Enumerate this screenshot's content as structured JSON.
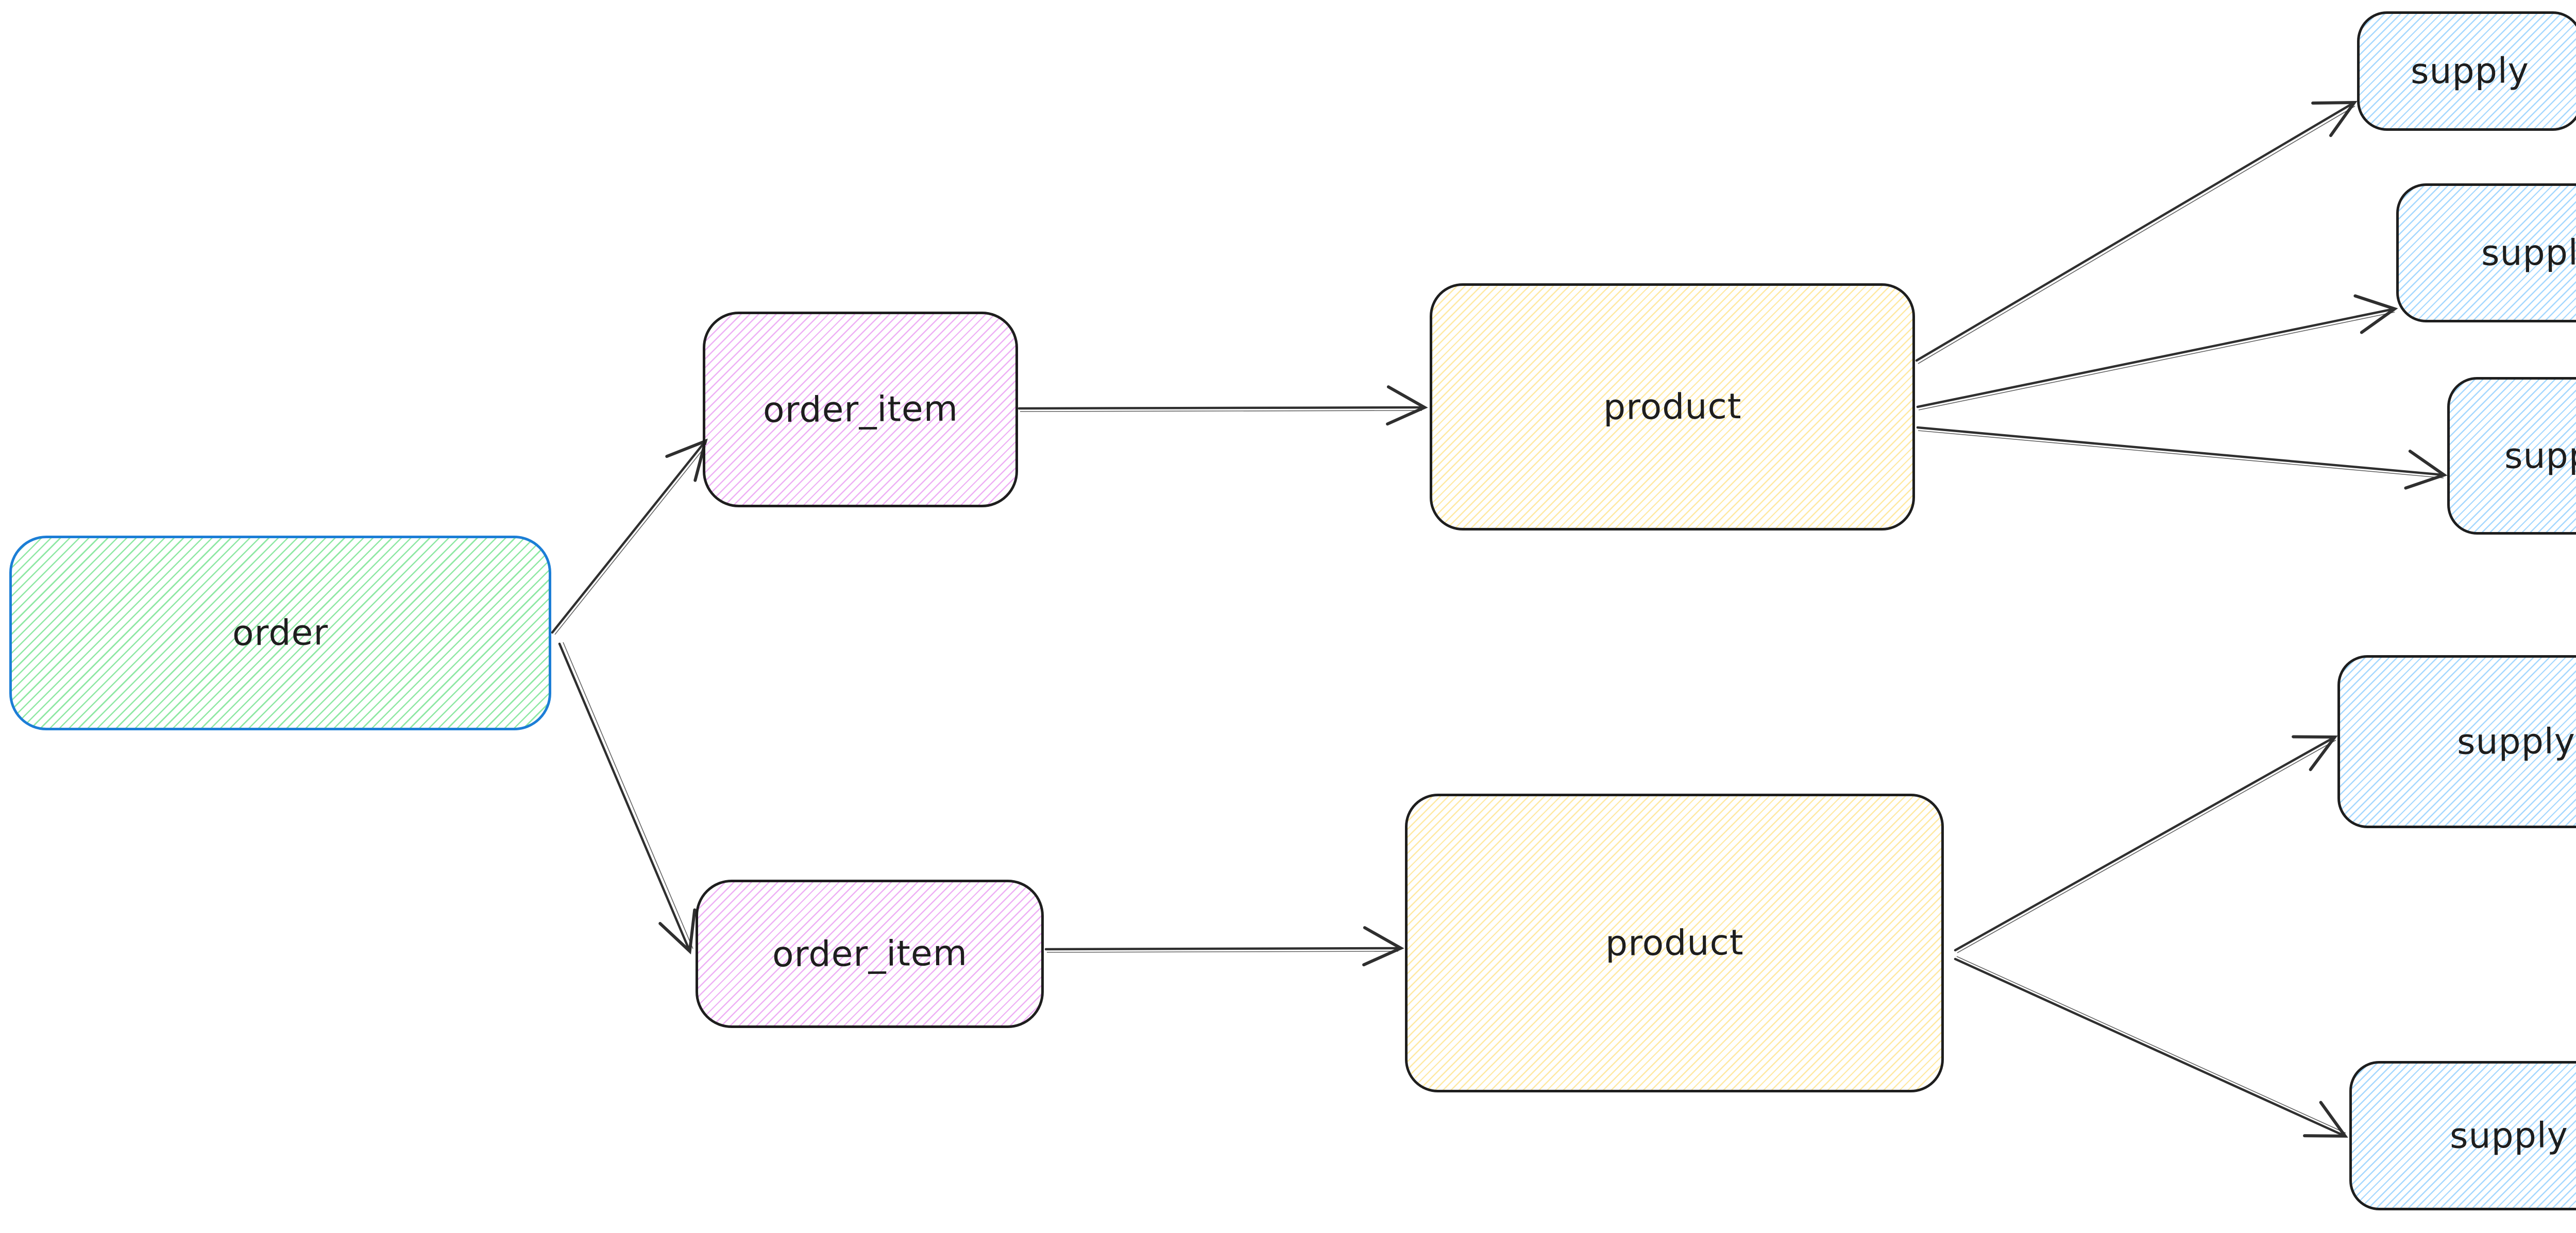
{
  "diagram": {
    "type": "entity-flow-diagram",
    "style": "hand-drawn-sketch",
    "background_color": "#ffffff",
    "edge_color": "#2f2f2f",
    "text_color": "#1e1e1e",
    "nodes": [
      {
        "id": "order",
        "label": "order",
        "fill_hatch": "#8fe8a4",
        "stroke": "#1c7ed6"
      },
      {
        "id": "order-item-1",
        "label": "order_item",
        "fill_hatch": "#eeb0f5",
        "stroke": "#1e1e1e"
      },
      {
        "id": "order-item-2",
        "label": "order_item",
        "fill_hatch": "#eeb0f5",
        "stroke": "#1e1e1e"
      },
      {
        "id": "product-1",
        "label": "product",
        "fill_hatch": "#ffe9a3",
        "stroke": "#1e1e1e"
      },
      {
        "id": "product-2",
        "label": "product",
        "fill_hatch": "#ffe9a3",
        "stroke": "#1e1e1e"
      },
      {
        "id": "supply-1",
        "label": "supply",
        "fill_hatch": "#a5d8ff",
        "stroke": "#1e1e1e"
      },
      {
        "id": "supply-2",
        "label": "supply",
        "fill_hatch": "#a5d8ff",
        "stroke": "#1e1e1e"
      },
      {
        "id": "supply-3",
        "label": "supply",
        "fill_hatch": "#a5d8ff",
        "stroke": "#1e1e1e"
      },
      {
        "id": "supply-4",
        "label": "supply",
        "fill_hatch": "#a5d8ff",
        "stroke": "#1e1e1e"
      },
      {
        "id": "supply-5",
        "label": "supply",
        "fill_hatch": "#a5d8ff",
        "stroke": "#1e1e1e"
      }
    ],
    "edges": [
      {
        "from": "order",
        "to": "order-item-1"
      },
      {
        "from": "order",
        "to": "order-item-2"
      },
      {
        "from": "order-item-1",
        "to": "product-1"
      },
      {
        "from": "order-item-2",
        "to": "product-2"
      },
      {
        "from": "product-1",
        "to": "supply-1"
      },
      {
        "from": "product-1",
        "to": "supply-2"
      },
      {
        "from": "product-1",
        "to": "supply-3"
      },
      {
        "from": "product-2",
        "to": "supply-4"
      },
      {
        "from": "product-2",
        "to": "supply-5"
      }
    ]
  }
}
